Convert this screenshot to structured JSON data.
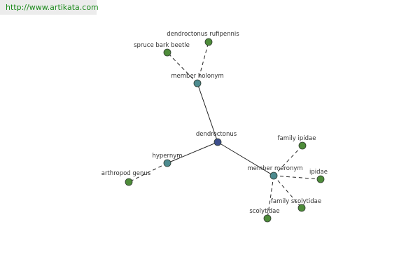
{
  "banner": {
    "url_text": "http://www.artikata.com"
  },
  "colors": {
    "center_node": "#3d4e8c",
    "relation_node": "#4d8b8f",
    "term_node": "#4e8c3a",
    "node_stroke": "#2f3a2f",
    "edge": "#222222",
    "text": "#333333"
  },
  "graph": {
    "center": {
      "id": "dendroctonus",
      "label": "dendroctonus"
    },
    "relations": [
      {
        "id": "member_holonym",
        "label": "member holonym",
        "terms": [
          {
            "id": "spruce_bark_beetle",
            "label": "spruce bark beetle"
          },
          {
            "id": "dendroctonus_rufipennis",
            "label": "dendroctonus rufipennis"
          }
        ]
      },
      {
        "id": "hypernym",
        "label": "hypernym",
        "terms": [
          {
            "id": "arthropod_genus",
            "label": "arthropod genus"
          }
        ]
      },
      {
        "id": "member_meronym",
        "label": "member meronym",
        "terms": [
          {
            "id": "family_ipidae",
            "label": "family ipidae"
          },
          {
            "id": "ipidae",
            "label": "ipidae"
          },
          {
            "id": "family_scolytidae",
            "label": "family scolytidae"
          },
          {
            "id": "scolytidae",
            "label": "scolytidae"
          }
        ]
      }
    ]
  }
}
